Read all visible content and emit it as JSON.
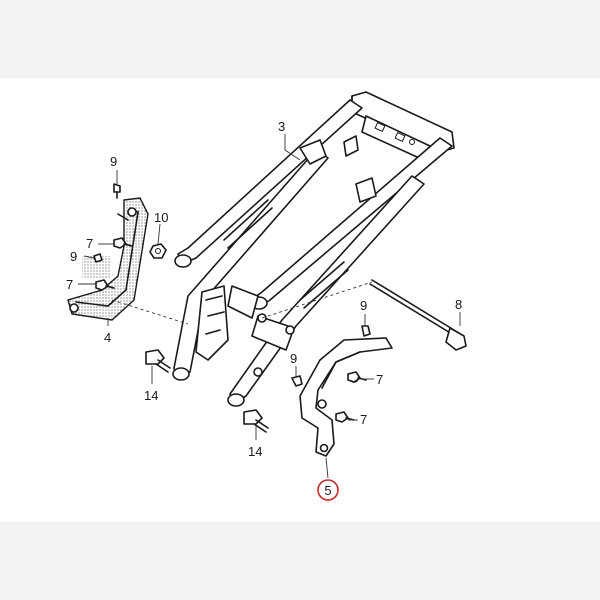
{
  "diagram": {
    "callouts": {
      "c3": "3",
      "c9a": "9",
      "c10": "10",
      "c9b": "9",
      "c7a": "7",
      "c7b": "7",
      "c4": "4",
      "c14a": "14",
      "c8": "8",
      "c9c": "9",
      "c7c": "7",
      "c9d": "9",
      "c7d": "7",
      "c14b": "14",
      "c5": "5"
    },
    "highlighted_callout": "5",
    "highlight_color": "#c62828"
  }
}
